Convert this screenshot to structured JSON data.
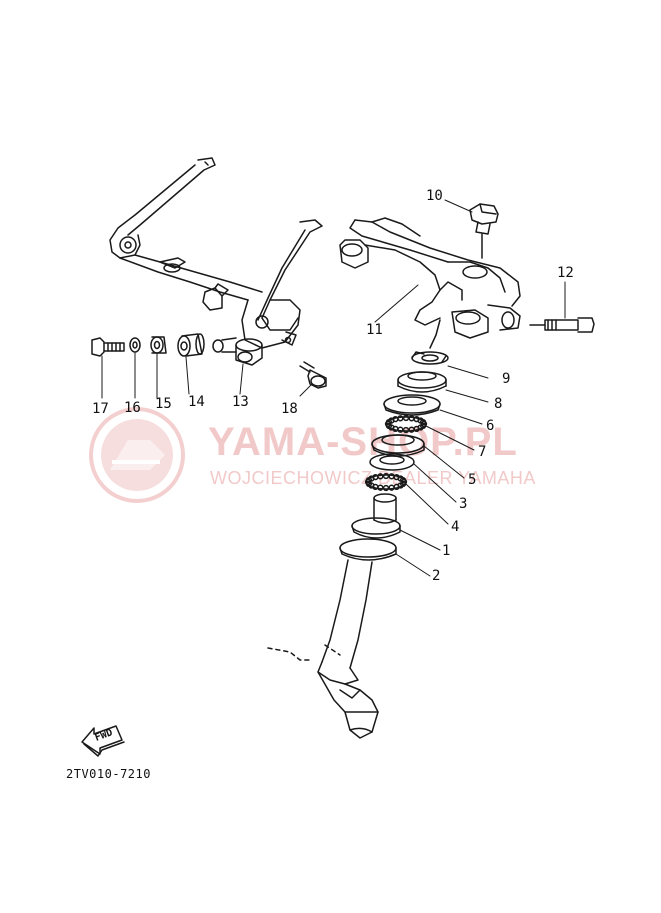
{
  "watermark": {
    "title": "YAMA-SHOP.PL",
    "subtitle": "WOJCIECHOWICZ DEALER YAMAHA"
  },
  "drawing_code": "2TV010-7210",
  "fwd_label": "FWD",
  "callouts": {
    "p1": "1",
    "p2": "2",
    "p3": "3",
    "p4": "4",
    "p5": "5",
    "p6": "6",
    "p7": "7",
    "p8": "8",
    "p9": "9",
    "p10": "10",
    "p11": "11",
    "p12": "12",
    "p13": "13",
    "p14": "14",
    "p15": "15",
    "p16": "16",
    "p17": "17",
    "p18": "18"
  },
  "colors": {
    "line": "#1a1a1a",
    "watermark": "#f2c9c9"
  }
}
